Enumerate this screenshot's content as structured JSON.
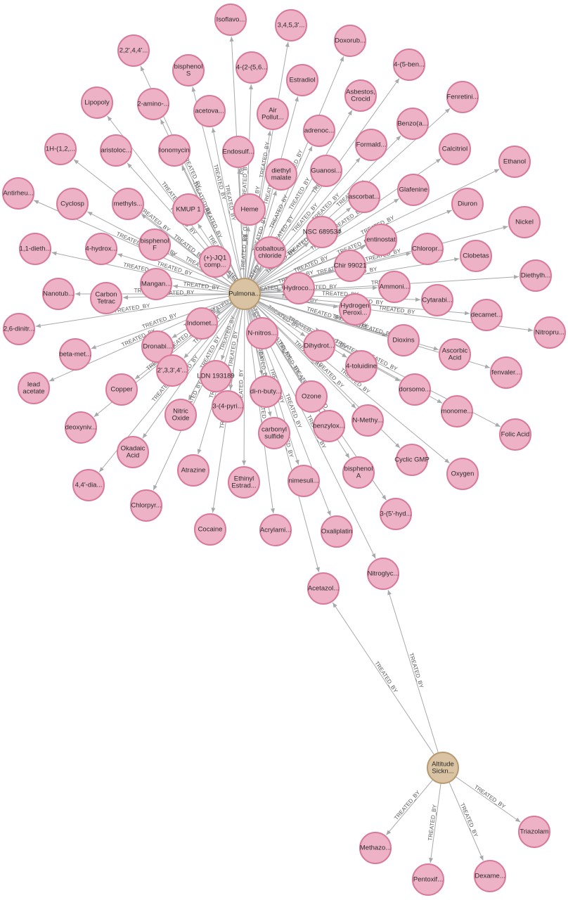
{
  "graph": {
    "edge_label": "TREATED_BY",
    "colors": {
      "drug_fill": "#eeb2c6",
      "drug_stroke": "#d8799b",
      "disease_fill": "#d9c3a2",
      "disease_stroke": "#b89a70",
      "edge": "#a7a9ac"
    },
    "hubs": [
      {
        "id": "pulm",
        "label": "Pulmona..."
      },
      {
        "id": "alt",
        "label": "Altitude Sickn..."
      }
    ],
    "nodes": [
      {
        "id": "n1",
        "label": "Isoflavo..."
      },
      {
        "id": "n2",
        "label": "3,4,5,3'..."
      },
      {
        "id": "n3",
        "label": "Doxorub..."
      },
      {
        "id": "n4",
        "label": "2,2',4,4'..."
      },
      {
        "id": "n5",
        "label": "bisphenol S"
      },
      {
        "id": "n6",
        "label": "4-(2-(5,6..."
      },
      {
        "id": "n7",
        "label": "4-(5-ben..."
      },
      {
        "id": "n8",
        "label": "Estradiol"
      },
      {
        "id": "n9",
        "label": "Asbestos, Crocid"
      },
      {
        "id": "n10",
        "label": "Fenretini..."
      },
      {
        "id": "n11",
        "label": "Lipopoly"
      },
      {
        "id": "n12",
        "label": "2-amino-..."
      },
      {
        "id": "n13",
        "label": "acetova..."
      },
      {
        "id": "n14",
        "label": "Air Pollut..."
      },
      {
        "id": "n15",
        "label": "adrenoc..."
      },
      {
        "id": "n16",
        "label": "Benzo(a..."
      },
      {
        "id": "n17",
        "label": "1H-(1,2,..."
      },
      {
        "id": "n18",
        "label": "aristoloc..."
      },
      {
        "id": "n19",
        "label": "Ionomycin"
      },
      {
        "id": "n20",
        "label": "Endosulf..."
      },
      {
        "id": "n21",
        "label": "Formald..."
      },
      {
        "id": "n22",
        "label": "Calcitriol"
      },
      {
        "id": "n23",
        "label": "Ethanol"
      },
      {
        "id": "n24",
        "label": "diethyl malate"
      },
      {
        "id": "n25",
        "label": "Guanosi..."
      },
      {
        "id": "n26",
        "label": "Glafenine"
      },
      {
        "id": "n27",
        "label": "Antirheu..."
      },
      {
        "id": "n28",
        "label": "Cyclosp"
      },
      {
        "id": "n29",
        "label": "methyls..."
      },
      {
        "id": "n30",
        "label": "KMUP 1"
      },
      {
        "id": "n31",
        "label": "Heme"
      },
      {
        "id": "n32",
        "label": "ascorbat..."
      },
      {
        "id": "n33",
        "label": "Diuron"
      },
      {
        "id": "n34",
        "label": "Nickel"
      },
      {
        "id": "n35",
        "label": "bisphenol F"
      },
      {
        "id": "n36",
        "label": "NSC 689534"
      },
      {
        "id": "n37",
        "label": "entinostat"
      },
      {
        "id": "n38",
        "label": "1,1-dieth..."
      },
      {
        "id": "n39",
        "label": "4-hydrox..."
      },
      {
        "id": "n40",
        "label": "(+)-JQ1 comp..."
      },
      {
        "id": "n41",
        "label": "cobaltous chloride"
      },
      {
        "id": "n42",
        "label": "Chloropr..."
      },
      {
        "id": "n43",
        "label": "Clobetas"
      },
      {
        "id": "n44",
        "label": "Chir 99021"
      },
      {
        "id": "n45",
        "label": "Mangan..."
      },
      {
        "id": "n46",
        "label": "Diethylh..."
      },
      {
        "id": "n47",
        "label": "Nanotub..."
      },
      {
        "id": "n48",
        "label": "Carbon Tetrac"
      },
      {
        "id": "n49",
        "label": "Hydroco..."
      },
      {
        "id": "n50",
        "label": "Ammoni..."
      },
      {
        "id": "n51",
        "label": "Cytarabi..."
      },
      {
        "id": "n52",
        "label": "Hydrogen Peroxi..."
      },
      {
        "id": "n53",
        "label": "decamet..."
      },
      {
        "id": "n54",
        "label": "Nitropru..."
      },
      {
        "id": "n55",
        "label": "2,6-dinitr..."
      },
      {
        "id": "n56",
        "label": "Indomet..."
      },
      {
        "id": "n57",
        "label": "N-nitros..."
      },
      {
        "id": "n58",
        "label": "Dronabi..."
      },
      {
        "id": "n59",
        "label": "beta-met..."
      },
      {
        "id": "n60",
        "label": "Dihydrot..."
      },
      {
        "id": "n61",
        "label": "Dioxins"
      },
      {
        "id": "n62",
        "label": "Ascorbic Acid"
      },
      {
        "id": "n63",
        "label": "lead acetate"
      },
      {
        "id": "n64",
        "label": "2',3,3',4'..."
      },
      {
        "id": "n65",
        "label": "LDN 193189"
      },
      {
        "id": "n66",
        "label": "4-toluidine"
      },
      {
        "id": "n67",
        "label": "fenvaler..."
      },
      {
        "id": "n68",
        "label": "Copper"
      },
      {
        "id": "n69",
        "label": "di-n-buty..."
      },
      {
        "id": "n70",
        "label": "dorsomo..."
      },
      {
        "id": "n71",
        "label": "Ozone"
      },
      {
        "id": "n72",
        "label": "Nitric Oxide"
      },
      {
        "id": "n73",
        "label": "monome..."
      },
      {
        "id": "n74",
        "label": "deoxyniv..."
      },
      {
        "id": "n75",
        "label": "benzylox..."
      },
      {
        "id": "n76",
        "label": "N-Methy..."
      },
      {
        "id": "n77",
        "label": "3-(4-pyri..."
      },
      {
        "id": "n78",
        "label": "carbonyl sulfide"
      },
      {
        "id": "n79",
        "label": "Folic Acid"
      },
      {
        "id": "n80",
        "label": "Okadaic Acid"
      },
      {
        "id": "n81",
        "label": "Cyclic GMP"
      },
      {
        "id": "n82",
        "label": "bisphenol A"
      },
      {
        "id": "n83",
        "label": "Oxygen"
      },
      {
        "id": "n84",
        "label": "Atrazine"
      },
      {
        "id": "n85",
        "label": "Ethinyl Estrad..."
      },
      {
        "id": "n86",
        "label": "nimesuli..."
      },
      {
        "id": "n87",
        "label": "4,4'-dia..."
      },
      {
        "id": "n88",
        "label": "Chlorpyr..."
      },
      {
        "id": "n89",
        "label": "3-(5'-hyd..."
      },
      {
        "id": "n90",
        "label": "Cocaine"
      },
      {
        "id": "n91",
        "label": "Acrylami..."
      },
      {
        "id": "n92",
        "label": "Oxaliplatin"
      },
      {
        "id": "n93",
        "label": "Nitroglyc..."
      },
      {
        "id": "n94",
        "label": "Acetazol..."
      },
      {
        "id": "n95",
        "label": "Methazo..."
      },
      {
        "id": "n96",
        "label": "Triazolam"
      },
      {
        "id": "n97",
        "label": "Pentoxif..."
      },
      {
        "id": "n98",
        "label": "Dexame..."
      }
    ],
    "edges": [
      {
        "from": "pulm",
        "to": "n1"
      },
      {
        "from": "pulm",
        "to": "n2"
      },
      {
        "from": "pulm",
        "to": "n3"
      },
      {
        "from": "pulm",
        "to": "n4"
      },
      {
        "from": "pulm",
        "to": "n5"
      },
      {
        "from": "pulm",
        "to": "n6"
      },
      {
        "from": "pulm",
        "to": "n7"
      },
      {
        "from": "pulm",
        "to": "n8"
      },
      {
        "from": "pulm",
        "to": "n9"
      },
      {
        "from": "pulm",
        "to": "n10"
      },
      {
        "from": "pulm",
        "to": "n11"
      },
      {
        "from": "pulm",
        "to": "n12"
      },
      {
        "from": "pulm",
        "to": "n13"
      },
      {
        "from": "pulm",
        "to": "n14"
      },
      {
        "from": "pulm",
        "to": "n15"
      },
      {
        "from": "pulm",
        "to": "n16"
      },
      {
        "from": "pulm",
        "to": "n17"
      },
      {
        "from": "pulm",
        "to": "n18"
      },
      {
        "from": "pulm",
        "to": "n19"
      },
      {
        "from": "pulm",
        "to": "n20"
      },
      {
        "from": "pulm",
        "to": "n21"
      },
      {
        "from": "pulm",
        "to": "n22"
      },
      {
        "from": "pulm",
        "to": "n23"
      },
      {
        "from": "pulm",
        "to": "n24"
      },
      {
        "from": "pulm",
        "to": "n25"
      },
      {
        "from": "pulm",
        "to": "n26"
      },
      {
        "from": "pulm",
        "to": "n27"
      },
      {
        "from": "pulm",
        "to": "n28"
      },
      {
        "from": "pulm",
        "to": "n29"
      },
      {
        "from": "pulm",
        "to": "n30"
      },
      {
        "from": "pulm",
        "to": "n31"
      },
      {
        "from": "pulm",
        "to": "n32"
      },
      {
        "from": "pulm",
        "to": "n33"
      },
      {
        "from": "pulm",
        "to": "n34"
      },
      {
        "from": "pulm",
        "to": "n35"
      },
      {
        "from": "pulm",
        "to": "n36"
      },
      {
        "from": "pulm",
        "to": "n37"
      },
      {
        "from": "pulm",
        "to": "n38"
      },
      {
        "from": "pulm",
        "to": "n39"
      },
      {
        "from": "pulm",
        "to": "n40"
      },
      {
        "from": "pulm",
        "to": "n41"
      },
      {
        "from": "pulm",
        "to": "n42"
      },
      {
        "from": "pulm",
        "to": "n43"
      },
      {
        "from": "pulm",
        "to": "n44"
      },
      {
        "from": "pulm",
        "to": "n45"
      },
      {
        "from": "pulm",
        "to": "n46"
      },
      {
        "from": "pulm",
        "to": "n47"
      },
      {
        "from": "pulm",
        "to": "n48"
      },
      {
        "from": "pulm",
        "to": "n49"
      },
      {
        "from": "pulm",
        "to": "n50"
      },
      {
        "from": "pulm",
        "to": "n51"
      },
      {
        "from": "pulm",
        "to": "n52"
      },
      {
        "from": "pulm",
        "to": "n53"
      },
      {
        "from": "pulm",
        "to": "n54"
      },
      {
        "from": "pulm",
        "to": "n55"
      },
      {
        "from": "pulm",
        "to": "n56"
      },
      {
        "from": "pulm",
        "to": "n57"
      },
      {
        "from": "pulm",
        "to": "n58"
      },
      {
        "from": "pulm",
        "to": "n59"
      },
      {
        "from": "pulm",
        "to": "n60"
      },
      {
        "from": "pulm",
        "to": "n61"
      },
      {
        "from": "pulm",
        "to": "n62"
      },
      {
        "from": "pulm",
        "to": "n63"
      },
      {
        "from": "pulm",
        "to": "n64"
      },
      {
        "from": "pulm",
        "to": "n65"
      },
      {
        "from": "pulm",
        "to": "n66"
      },
      {
        "from": "pulm",
        "to": "n67"
      },
      {
        "from": "pulm",
        "to": "n68"
      },
      {
        "from": "pulm",
        "to": "n69"
      },
      {
        "from": "pulm",
        "to": "n70"
      },
      {
        "from": "pulm",
        "to": "n71"
      },
      {
        "from": "pulm",
        "to": "n72"
      },
      {
        "from": "pulm",
        "to": "n73"
      },
      {
        "from": "pulm",
        "to": "n74"
      },
      {
        "from": "pulm",
        "to": "n75"
      },
      {
        "from": "pulm",
        "to": "n76"
      },
      {
        "from": "pulm",
        "to": "n77"
      },
      {
        "from": "pulm",
        "to": "n78"
      },
      {
        "from": "pulm",
        "to": "n79"
      },
      {
        "from": "pulm",
        "to": "n80"
      },
      {
        "from": "pulm",
        "to": "n81"
      },
      {
        "from": "pulm",
        "to": "n82"
      },
      {
        "from": "pulm",
        "to": "n83"
      },
      {
        "from": "pulm",
        "to": "n84"
      },
      {
        "from": "pulm",
        "to": "n85"
      },
      {
        "from": "pulm",
        "to": "n86"
      },
      {
        "from": "pulm",
        "to": "n87"
      },
      {
        "from": "pulm",
        "to": "n88"
      },
      {
        "from": "pulm",
        "to": "n89"
      },
      {
        "from": "pulm",
        "to": "n90"
      },
      {
        "from": "pulm",
        "to": "n91"
      },
      {
        "from": "pulm",
        "to": "n92"
      },
      {
        "from": "pulm",
        "to": "n93"
      },
      {
        "from": "pulm",
        "to": "n94"
      },
      {
        "from": "alt",
        "to": "n94"
      },
      {
        "from": "alt",
        "to": "n93"
      },
      {
        "from": "alt",
        "to": "n95"
      },
      {
        "from": "alt",
        "to": "n96"
      },
      {
        "from": "alt",
        "to": "n97"
      },
      {
        "from": "alt",
        "to": "n98"
      }
    ]
  }
}
